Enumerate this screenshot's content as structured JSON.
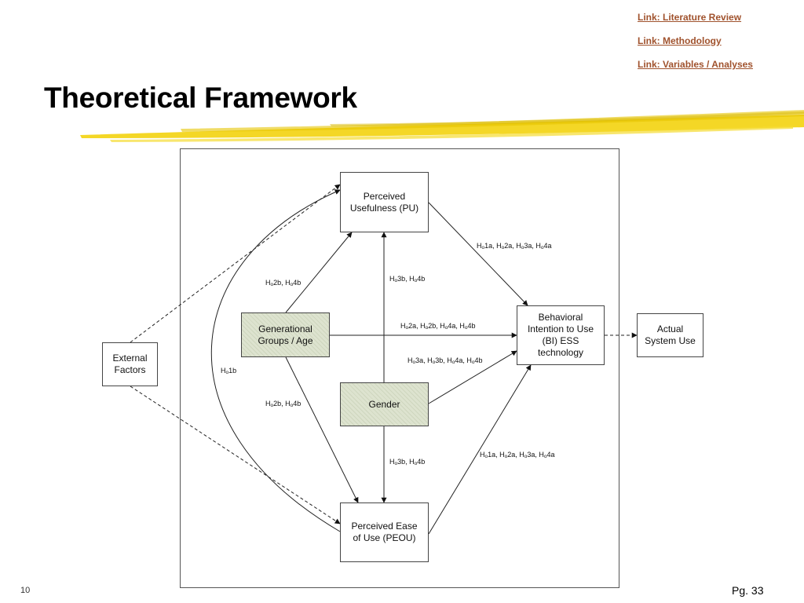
{
  "links": [
    {
      "label": "Link:  Literature Review"
    },
    {
      "label": "Link:  Methodology"
    },
    {
      "label": "Link:  Variables / Analyses"
    }
  ],
  "title": "Theoretical Framework",
  "nodes": {
    "pu": "Perceived\nUsefulness (PU)",
    "peou": "Perceived Ease\nof Use (PEOU)",
    "generational": "Generational\nGroups / Age",
    "gender": "Gender",
    "bi": "Behavioral\nIntention to Use\n(BI) ESS\ntechnology",
    "external": "External\nFactors",
    "actual": "Actual\nSystem Use"
  },
  "edge_labels": {
    "gen_pu": "H0 2b, H0 4b",
    "gender_pu": "H0 3b, H0 4b",
    "pu_bi": "H0 1a, H0 2a, H0 3a, H0 4a",
    "gen_bi": "H0 2a, H0 2b, H0 4a, H0 4b",
    "gender_bi": "H0 3a, H0 3b, H0 4a, H0 4b",
    "ext_loop": "H0 1b",
    "gen_peou": "H0 2b, H0 4b",
    "gender_peou": "H0 3b, H0 4b",
    "peou_bi": "H0 1a, H0 2a, H0 3a, H0 4a"
  },
  "footer": {
    "slide_number": "10",
    "page_ref": "Pg. 33"
  },
  "colors": {
    "link": "#a0522d",
    "shaded_box": "#dde3cf",
    "brush": "#f2d000"
  }
}
